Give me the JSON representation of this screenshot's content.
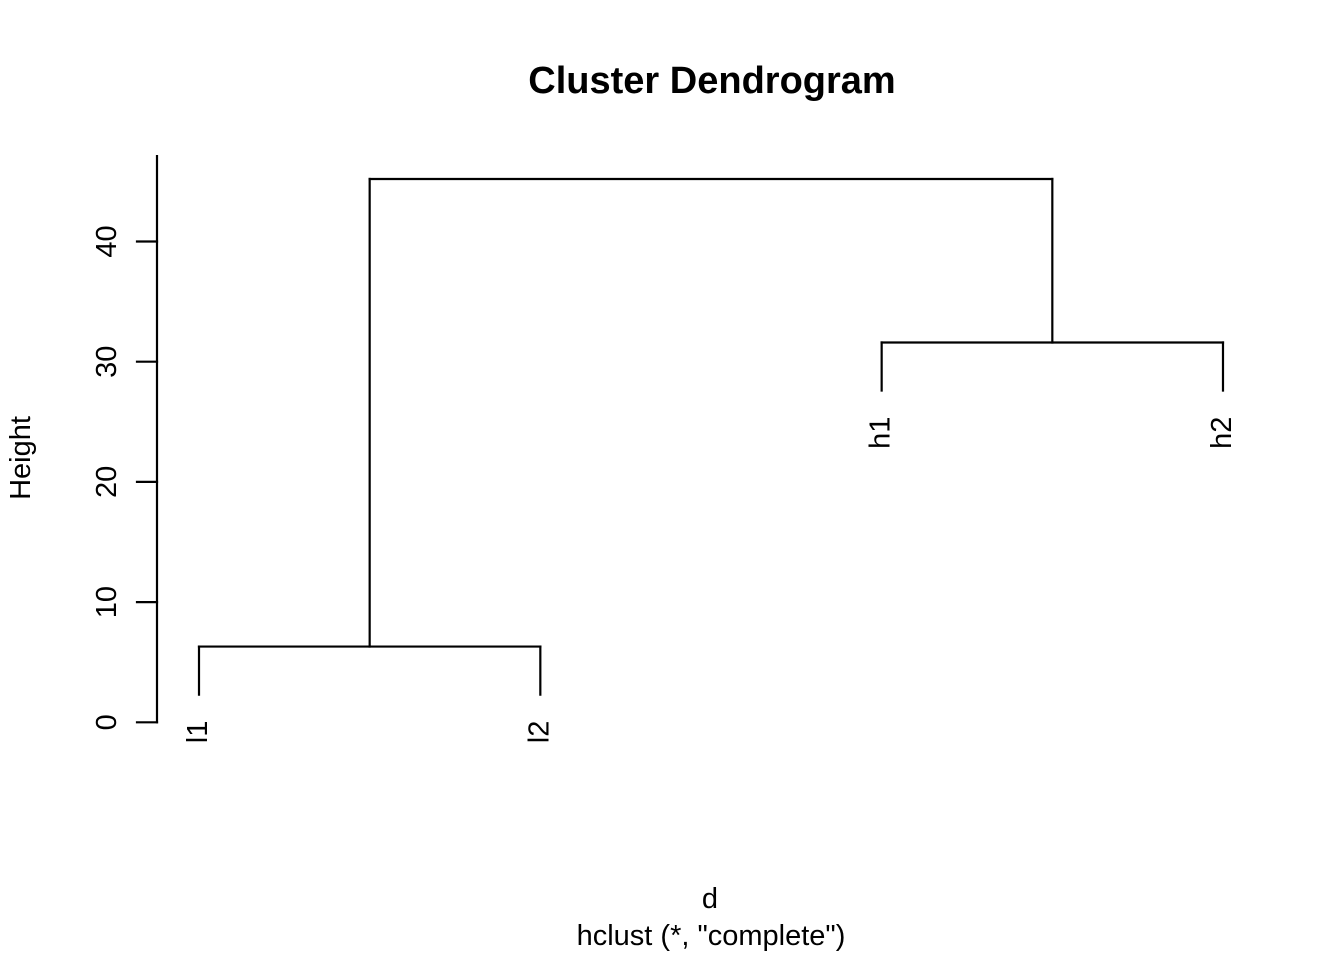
{
  "page": {
    "background_color": "#ffffff"
  },
  "chart_data": {
    "type": "dendrogram",
    "title": "Cluster Dendrogram",
    "ylabel": "Height",
    "xlabel": "d",
    "subcaption": "hclust (*, \"complete\")",
    "clustering_method": "complete",
    "grid": false,
    "line_color": "#000000",
    "ylim": [
      0,
      47.1
    ],
    "yticks": [
      0,
      10,
      20,
      30,
      40
    ],
    "leaf_order": [
      "l1",
      "l2",
      "h1",
      "h2"
    ],
    "leaves": [
      {
        "label": "l1",
        "pos": 1,
        "tip_height": 2.3
      },
      {
        "label": "l2",
        "pos": 2,
        "tip_height": 2.3
      },
      {
        "label": "h1",
        "pos": 3,
        "tip_height": 27.6
      },
      {
        "label": "h2",
        "pos": 4,
        "tip_height": 27.6
      }
    ],
    "merges": [
      {
        "id": "m1",
        "children": [
          "l1",
          "l2"
        ],
        "height": 6.3
      },
      {
        "id": "m2",
        "children": [
          "h1",
          "h2"
        ],
        "height": 31.6
      },
      {
        "id": "root",
        "children": [
          "m1",
          "m2"
        ],
        "height": 45.2
      }
    ]
  }
}
